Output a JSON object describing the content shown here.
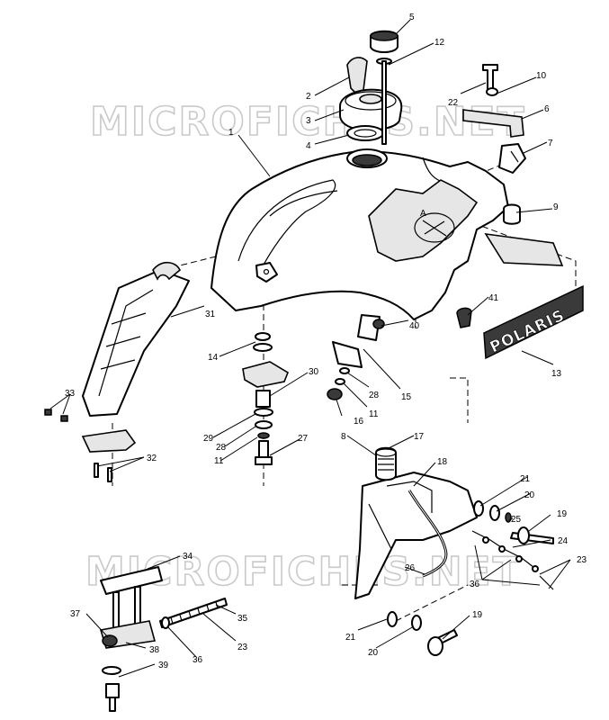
{
  "watermark": {
    "text": "MICROFICHES.NET"
  },
  "decal": {
    "text": "POLARIS"
  },
  "callouts": {
    "c1": "1",
    "c2": "2",
    "c3": "3",
    "c4": "4",
    "c5": "5",
    "c6": "6",
    "c7": "7",
    "c8": "8",
    "c9": "9",
    "c10": "10",
    "c11a": "11",
    "c11b": "11",
    "c12": "12",
    "c13": "13",
    "c14": "14",
    "c15": "15",
    "c16": "16",
    "c17": "17",
    "c18": "18",
    "c19a": "19",
    "c19b": "19",
    "c20a": "20",
    "c20b": "20",
    "c21a": "21",
    "c21b": "21",
    "c22": "22",
    "c23a": "23",
    "c23b": "23",
    "c24": "24",
    "c25": "25",
    "c26": "26",
    "c27": "27",
    "c28a": "28",
    "c28b": "28",
    "c29": "29",
    "c30": "30",
    "c31": "31",
    "c32": "32",
    "c33": "33",
    "c34": "34",
    "c35": "35",
    "c36a": "36",
    "c36b": "36",
    "c37": "37",
    "c38": "38",
    "c39": "39",
    "c40": "40",
    "c41": "41",
    "detailA": "A"
  }
}
